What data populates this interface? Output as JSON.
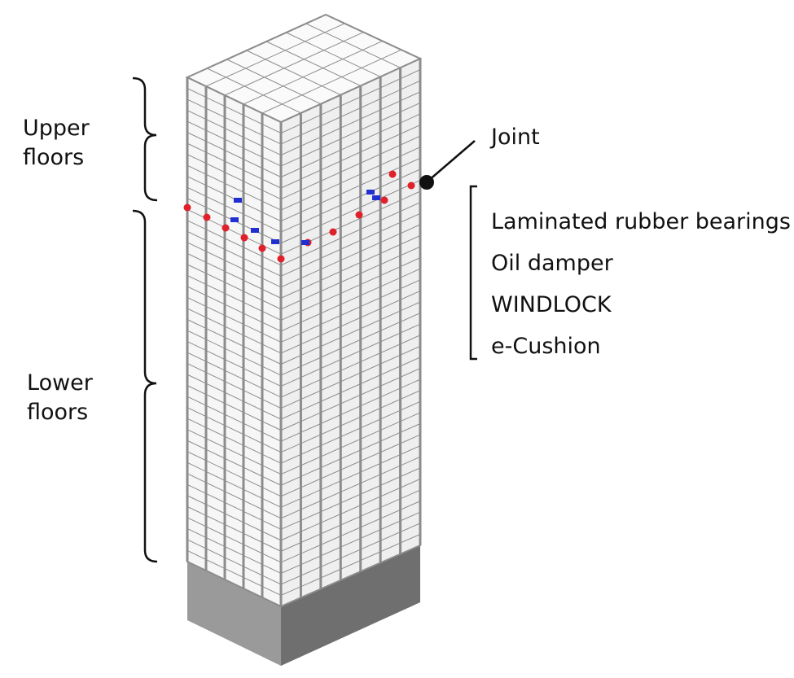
{
  "labels": {
    "upper_floors": "Upper\nfloors",
    "lower_floors": "Lower\nfloors",
    "joint": "Joint"
  },
  "devices": [
    "Laminated rubber bearings",
    "Oil damper",
    "WINDLOCK",
    "e-Cushion"
  ],
  "colors": {
    "frame_stroke": "#8c8c8c",
    "frame_fill": "#f4f4f4",
    "base_left": "#9a9a9a",
    "base_right": "#6f6f6f",
    "base_top": "#bdbdbd",
    "bearing": "#e0202a",
    "damper": "#1f2fd0",
    "line": "#111111"
  }
}
